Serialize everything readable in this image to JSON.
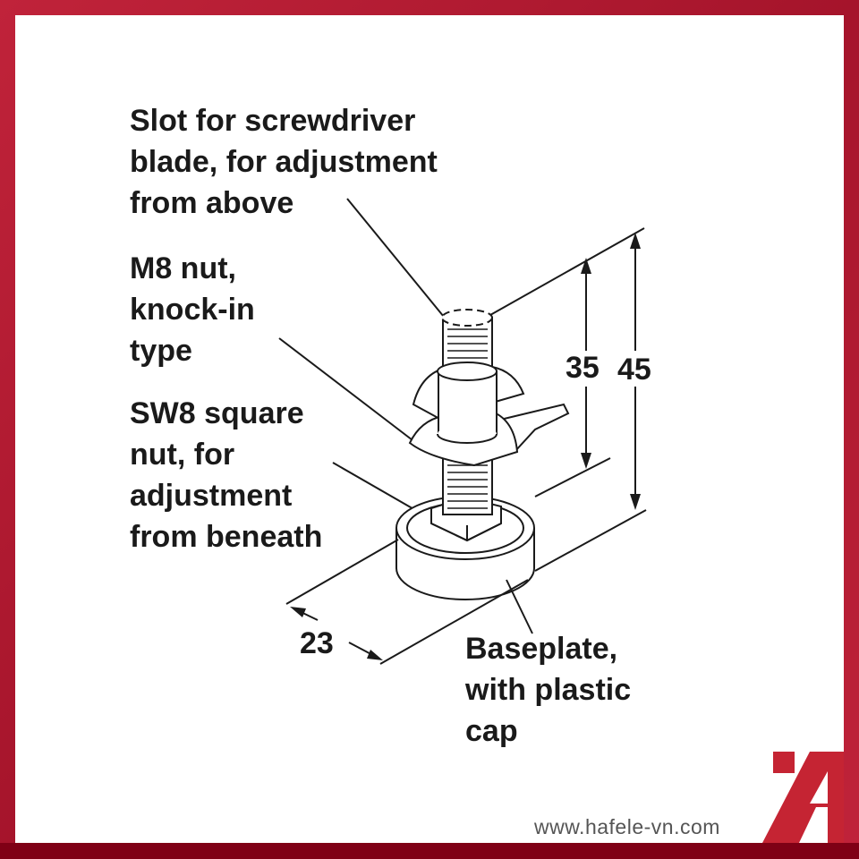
{
  "labels": {
    "slot": "Slot for screwdriver\nblade, for adjustment\nfrom above",
    "m8": "M8 nut,\nknock-in\ntype",
    "sw8": "SW8 square\nnut, for\nadjustment\nfrom beneath",
    "baseplate": "Baseplate,\nwith plastic\ncap"
  },
  "dimensions": {
    "d35": "35",
    "d45": "45",
    "d23": "23"
  },
  "footer": {
    "url": "www.hafele-vn.com"
  },
  "colors": {
    "brand": "#c52433",
    "border": "#a5142b"
  }
}
